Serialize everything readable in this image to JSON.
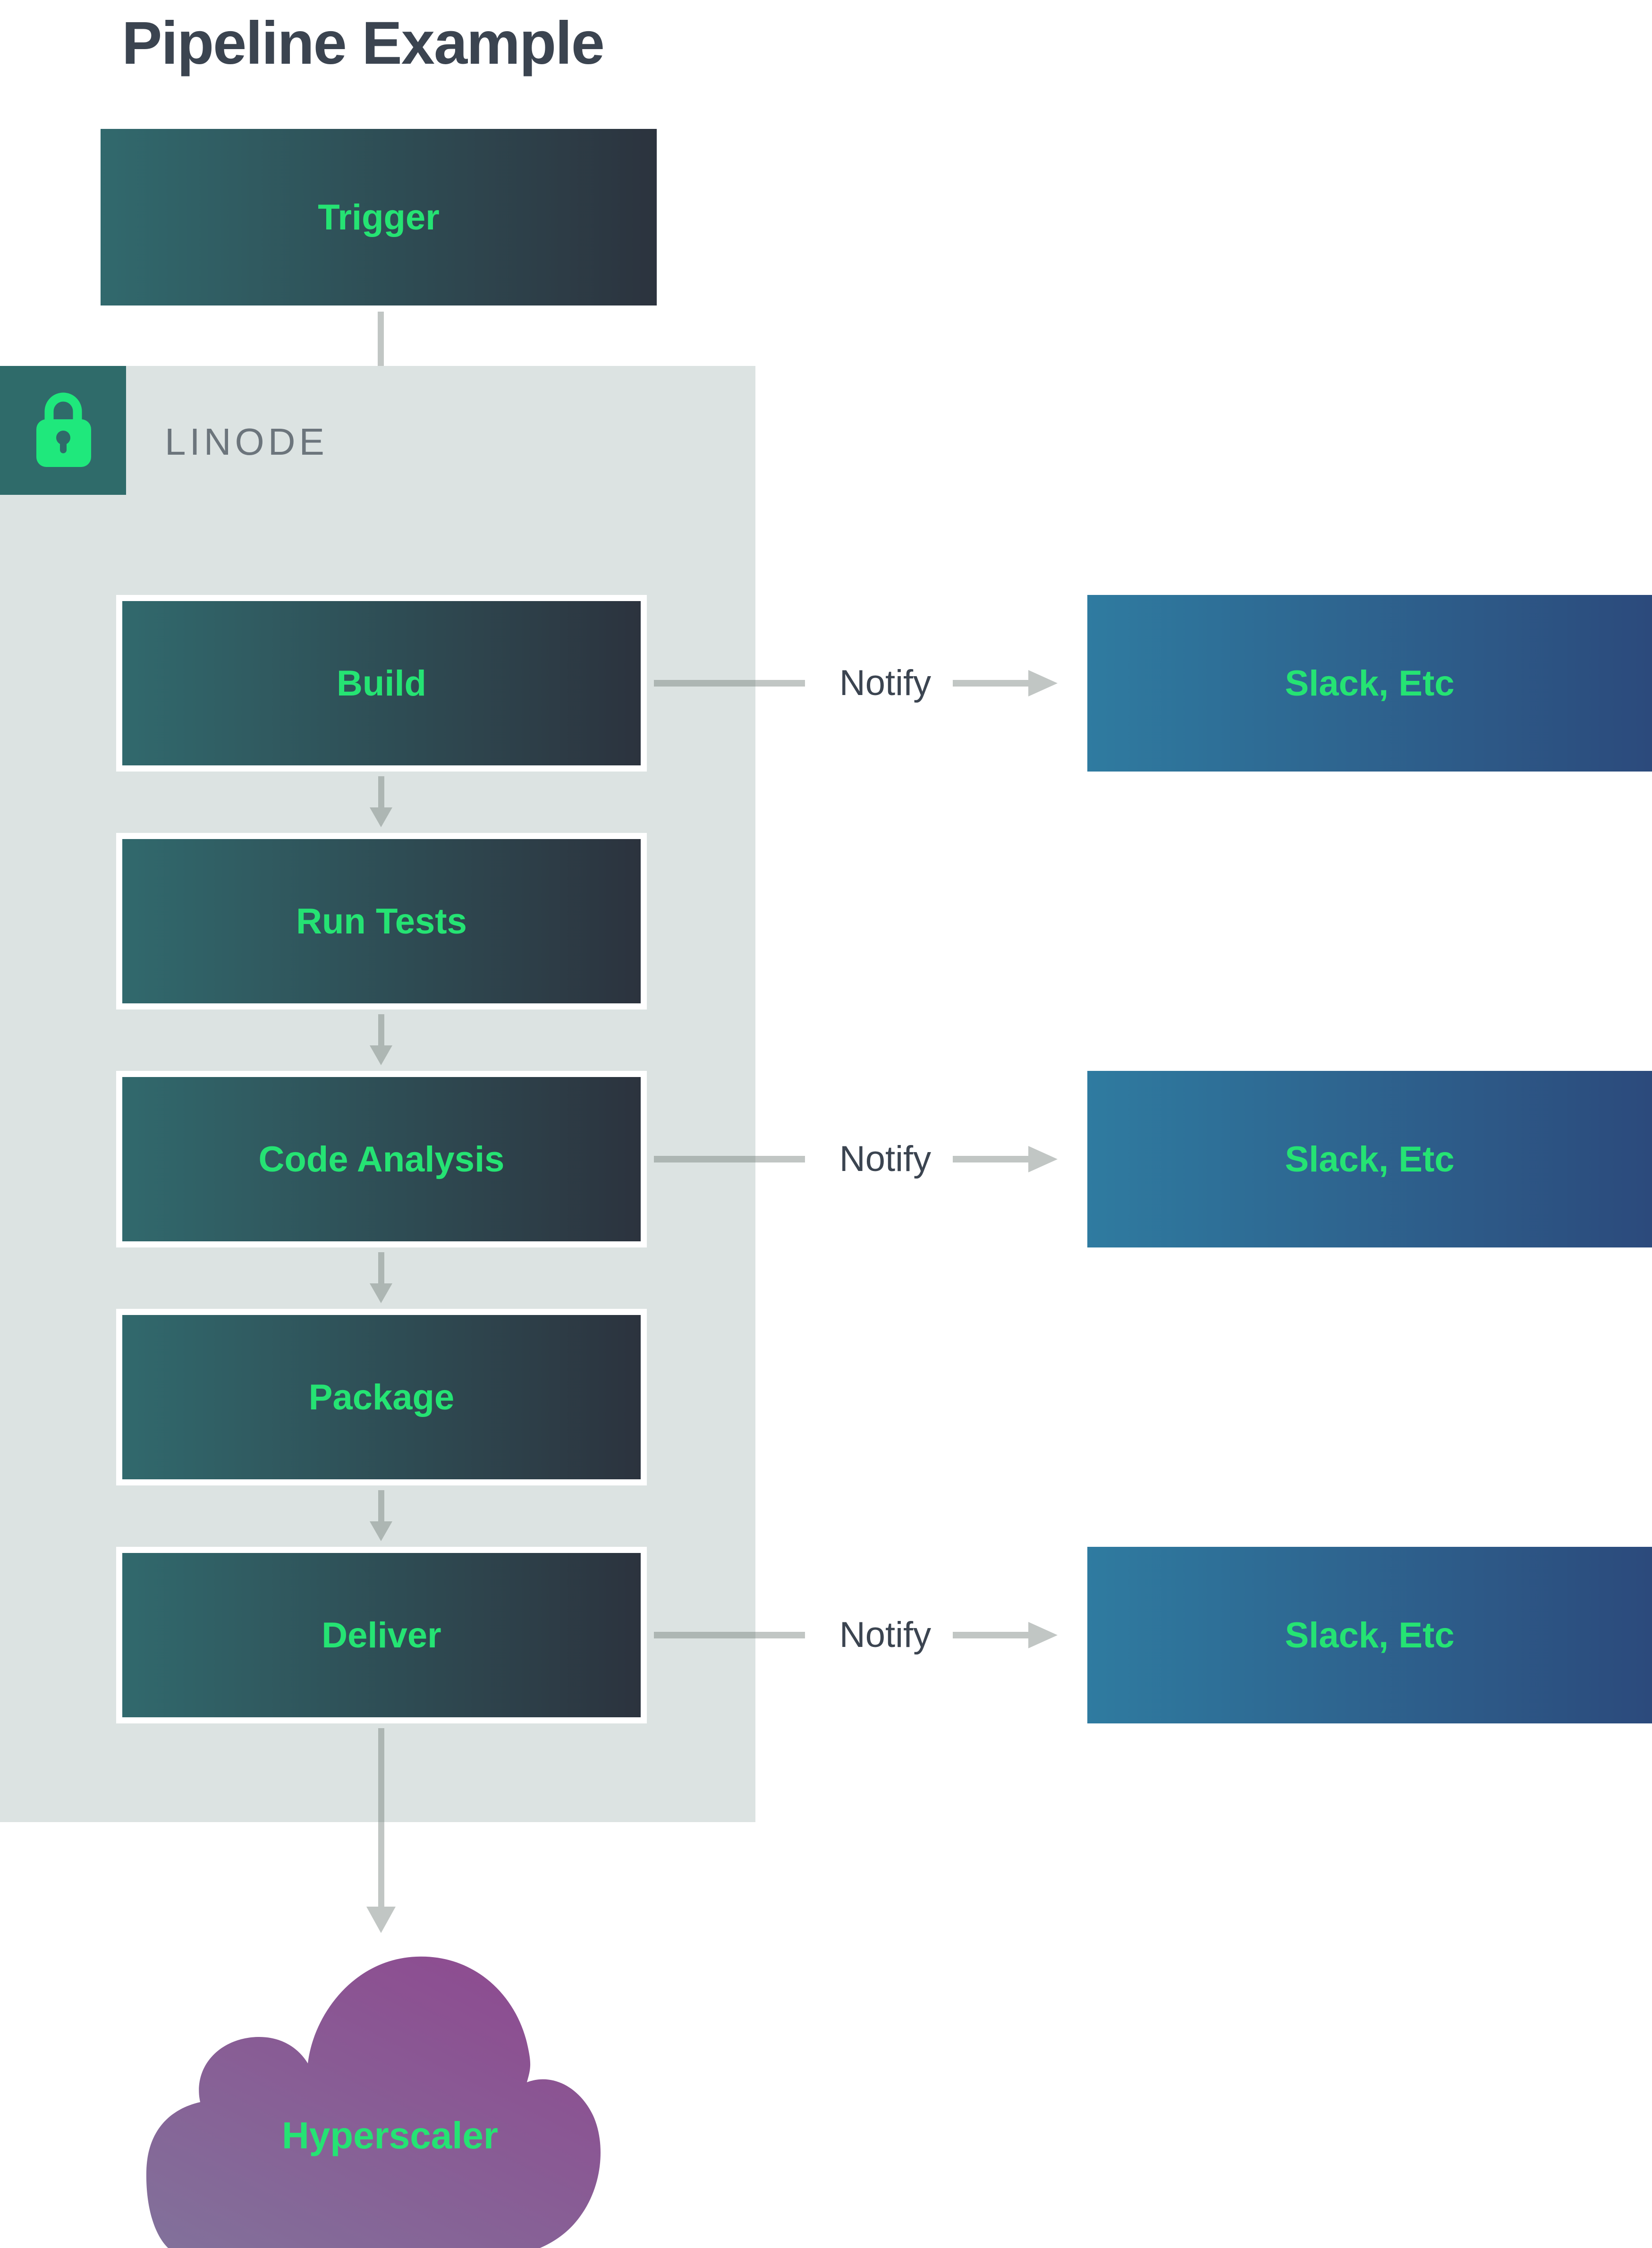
{
  "header": {
    "title": "Pipeline Example"
  },
  "trigger": {
    "label": "Trigger"
  },
  "linode_zone": {
    "label": "LINODE",
    "icon": "lock-icon"
  },
  "pipeline": {
    "steps": [
      {
        "label": "Build",
        "has_notify": true
      },
      {
        "label": "Run Tests",
        "has_notify": false
      },
      {
        "label": "Code Analysis",
        "has_notify": true
      },
      {
        "label": "Package",
        "has_notify": false
      },
      {
        "label": "Deliver",
        "has_notify": true
      }
    ]
  },
  "notify_rows": [
    {
      "from": "Build",
      "notify_label": "Notify",
      "target_label": "Slack, Etc"
    },
    {
      "from": "Code Analysis",
      "notify_label": "Notify",
      "target_label": "Slack, Etc"
    },
    {
      "from": "Deliver",
      "notify_label": "Notify",
      "target_label": "Slack, Etc"
    }
  ],
  "cloud": {
    "label": "Hyperscaler"
  },
  "colors": {
    "ink": "#3b4450",
    "muted": "#6c757c",
    "green": "#25e373",
    "lock_green": "#1fe87c",
    "panel": "#dce3e2",
    "lock_tile": "#2f6b6a",
    "arrow": "rgba(107,119,114,0.42)",
    "box_gradient": [
      "#31696d",
      "#2c333e"
    ],
    "slack_gradient": [
      "#2f7ba0",
      "#2c4a7c"
    ],
    "cloud_gradient": [
      "#8e4a90",
      "#82709a"
    ]
  }
}
